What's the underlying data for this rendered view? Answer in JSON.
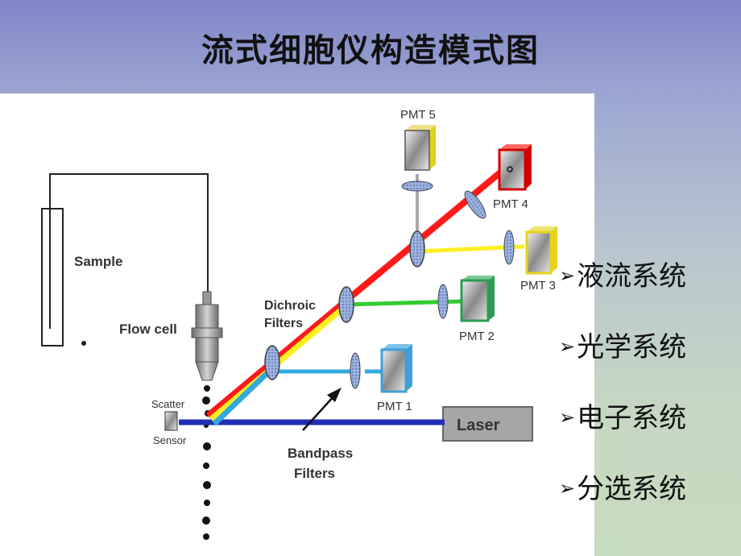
{
  "title": "流式细胞仪构造模式图",
  "diagram": {
    "sample": "Sample",
    "flow_cell": "Flow cell",
    "scatter_sensor": [
      "Scatter",
      "Sensor"
    ],
    "dichroic_filters": [
      "Dichroic",
      "Filters"
    ],
    "bandpass_filters": [
      "Bandpass",
      "Filters"
    ],
    "laser": "Laser",
    "pmt": [
      "PMT 1",
      "PMT 2",
      "PMT 3",
      "PMT 4",
      "PMT 5"
    ]
  },
  "bullets": [
    {
      "marker": "➢",
      "text": "液流系统"
    },
    {
      "marker": "➢",
      "text": "光学系统"
    },
    {
      "marker": "➢",
      "text": "电子系统"
    },
    {
      "marker": "➢",
      "text": "分选系统"
    }
  ],
  "colors": {
    "laser_beam": "#1f2fb4",
    "red_beam": "#ff1a1a",
    "yellow_beam": "#ffee22",
    "green_beam": "#33cc33",
    "cyan_beam": "#33aadd",
    "pmt1_frame": "#3f9fd6",
    "pmt2_frame": "#2e9b55",
    "pmt3_frame": "#e6d21c",
    "pmt4_frame": "#d40000",
    "pmt5_frame": "#e0d020"
  }
}
